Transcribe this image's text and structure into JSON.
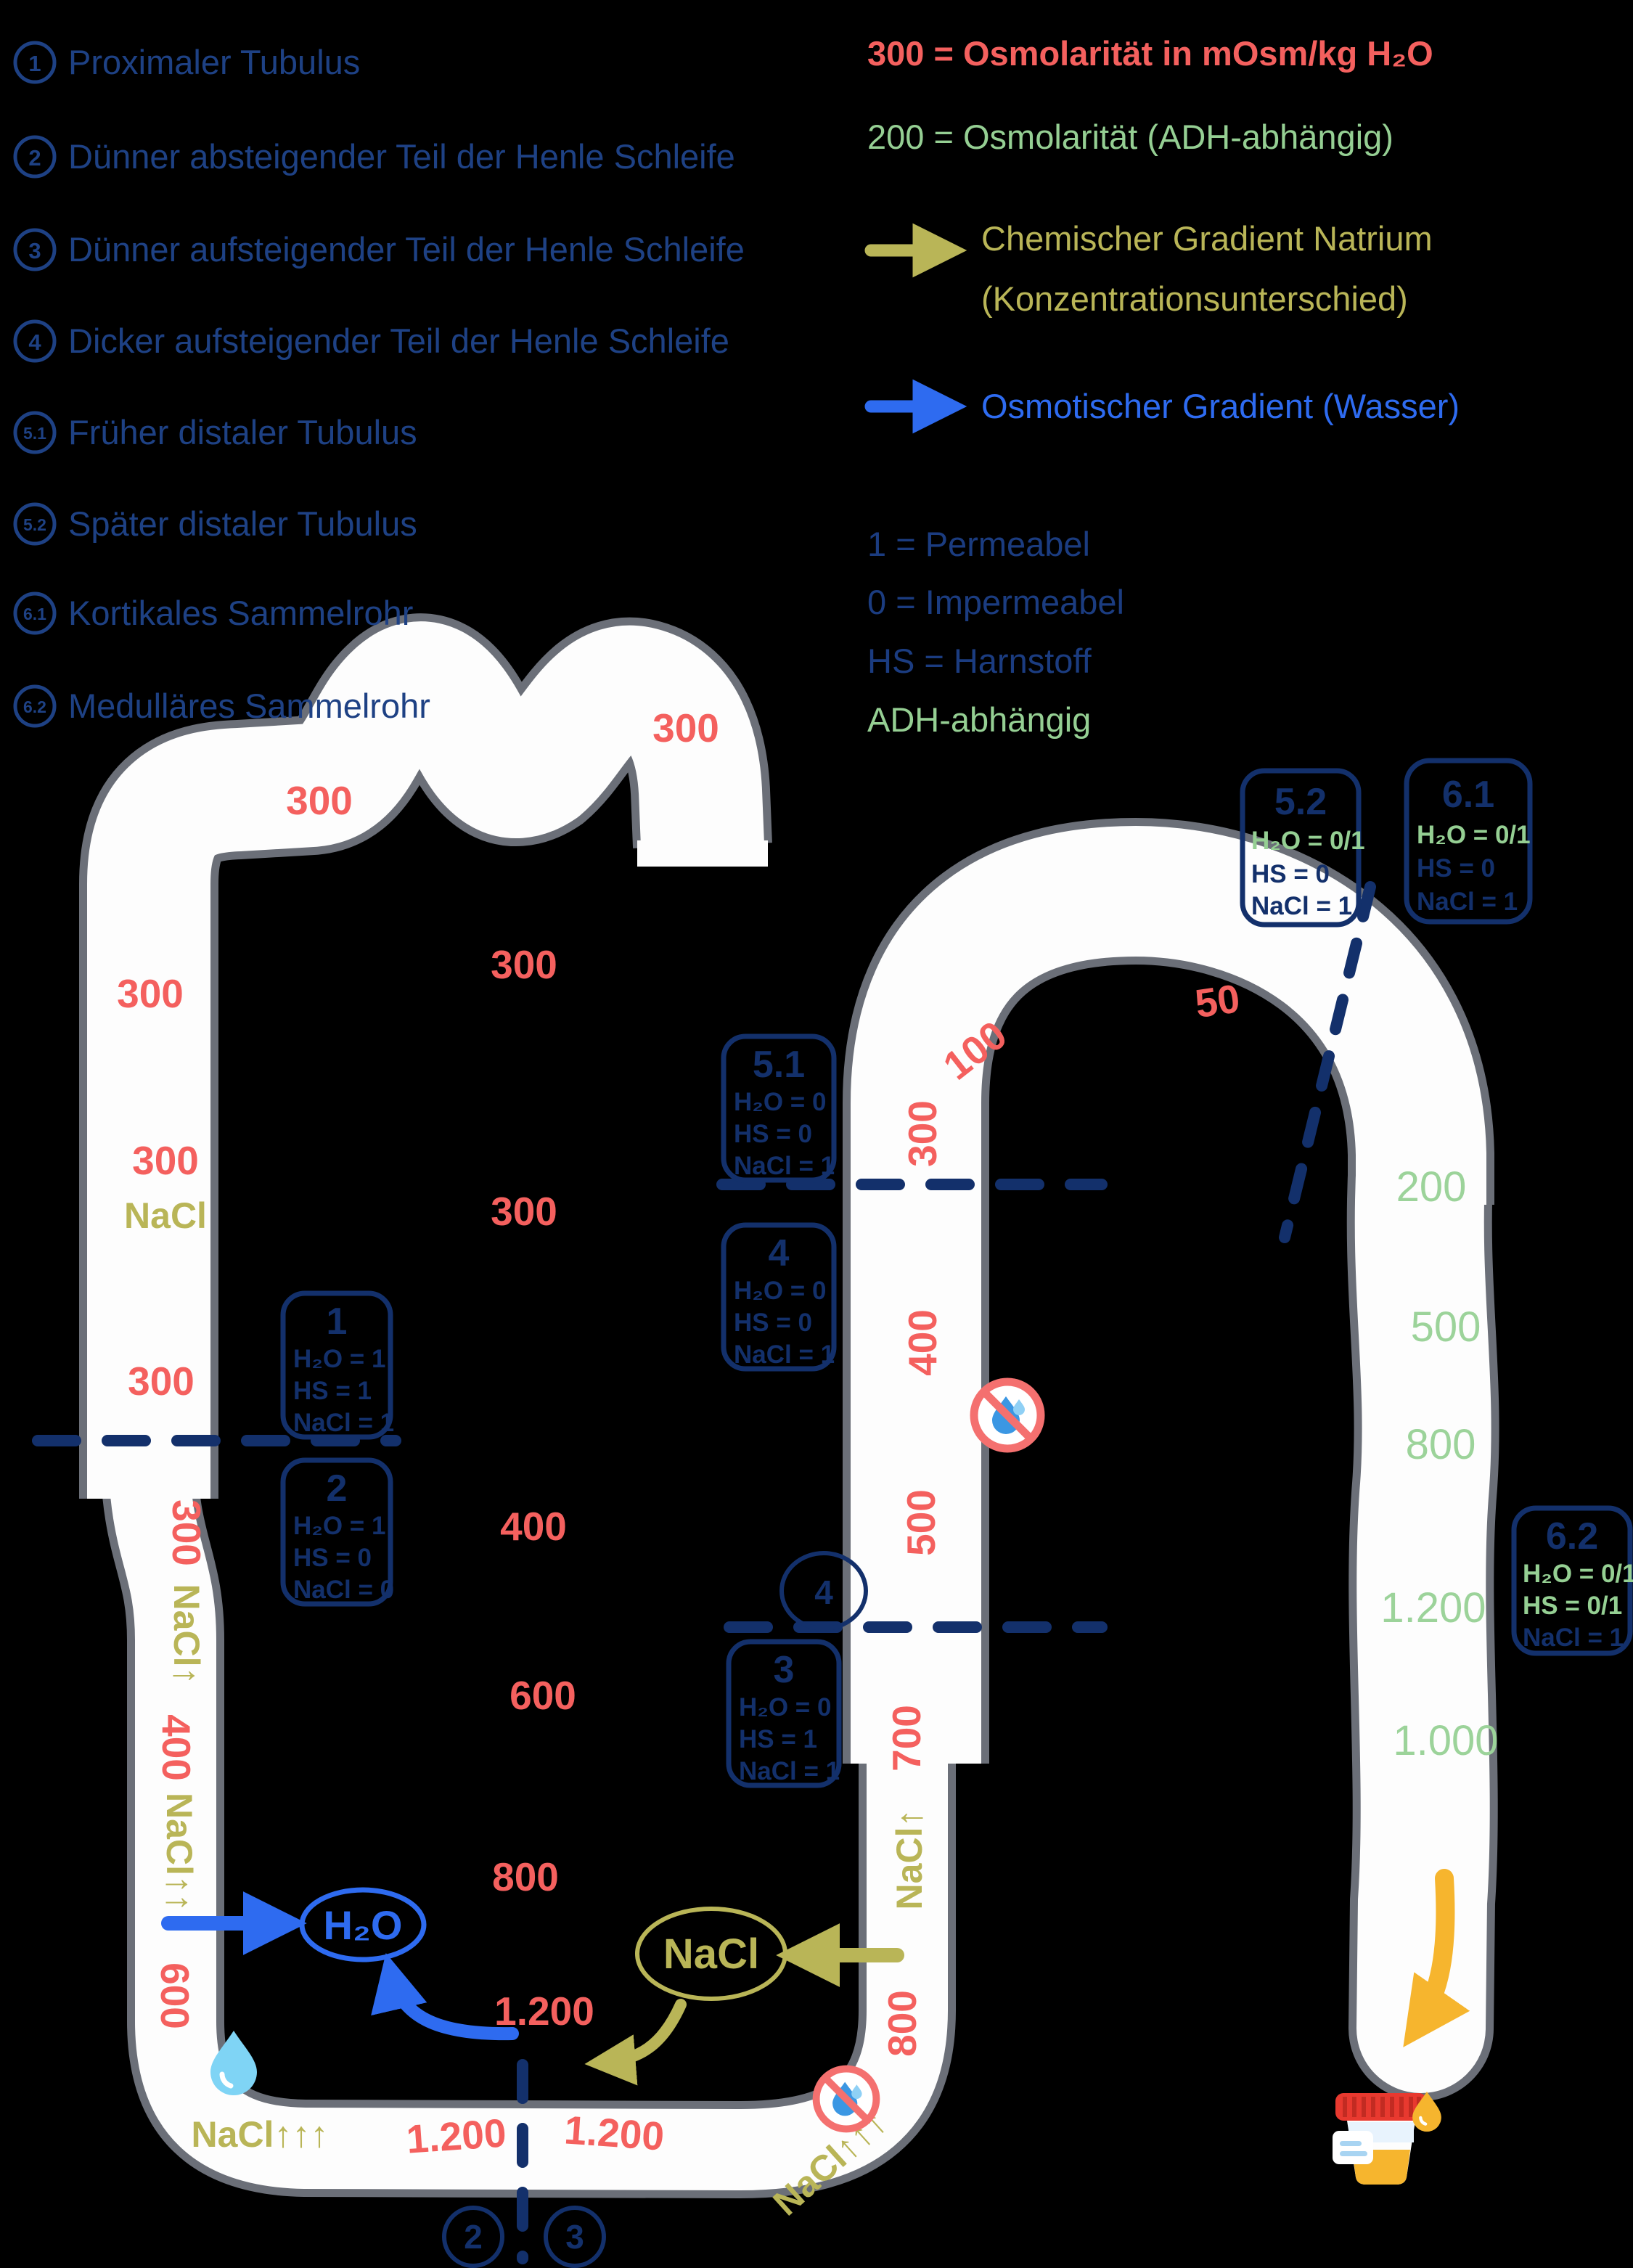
{
  "colors": {
    "background": "#000000",
    "tube_fill": "#fdfdfd",
    "tube_outline": "#6b6f78",
    "osmolarity_red": "#f4605e",
    "osmolarity_green": "#95cf93",
    "sodium_olive": "#b9b557",
    "water_blue": "#2e6bf0",
    "navy": "#13306b",
    "legend_navy": "#1e4184",
    "urine_orange": "#f6b52e",
    "drop_lightblue": "#7fd4f5",
    "no_icon_red": "#f4706f"
  },
  "legend_left": {
    "items": [
      {
        "num": "1",
        "label": "Proximaler Tubulus"
      },
      {
        "num": "2",
        "label": "Dünner absteigender Teil der Henle Schleife"
      },
      {
        "num": "3",
        "label": "Dünner aufsteigender Teil der Henle Schleife"
      },
      {
        "num": "4",
        "label": "Dicker aufsteigender Teil der Henle Schleife"
      },
      {
        "num": "5.1",
        "label": "Früher distaler Tubulus"
      },
      {
        "num": "5.2",
        "label": "Später distaler Tubulus"
      },
      {
        "num": "6.1",
        "label": "Kortikales Sammelrohr"
      },
      {
        "num": "6.2",
        "label": "Medulläres Sammelrohr"
      }
    ]
  },
  "legend_right": {
    "red_def": "300 = Osmolarität in mOsm/kg H₂O",
    "green_def": "200 = Osmolarität (ADH-abhängig)",
    "chem1": "Chemischer Gradient Natrium",
    "chem2": "(Konzentrationsunterschied)",
    "osmotic": "Osmotischer Gradient (Wasser)",
    "permeabel": "1 = Permeabel",
    "impermeabel": "0 = Impermeabel",
    "harnstoff": "HS = Harnstoff",
    "adh": "ADH-abhängig"
  },
  "boxes": {
    "b1": {
      "title": "1",
      "h2o": "H₂O = 1",
      "hs": "HS = 1",
      "nacl": "NaCl = 1"
    },
    "b2": {
      "title": "2",
      "h2o": "H₂O = 1",
      "hs": "HS = 0",
      "nacl": "NaCl = 0"
    },
    "b3": {
      "title": "3",
      "h2o": "H₂O = 0",
      "hs": "HS = 1",
      "nacl": "NaCl = 1"
    },
    "b4": {
      "title": "4",
      "h2o": "H₂O = 0",
      "hs": "HS = 0",
      "nacl": "NaCl = 1"
    },
    "b51": {
      "title": "5.1",
      "h2o": "H₂O = 0",
      "hs": "HS = 0",
      "nacl": "NaCl = 1"
    },
    "b52": {
      "title": "5.2",
      "h2o": "H₂O = 0/1",
      "hs": "HS = 0",
      "nacl": "NaCl = 1"
    },
    "b61": {
      "title": "6.1",
      "h2o": "H₂O = 0/1",
      "hs": "HS = 0",
      "nacl": "NaCl = 1"
    },
    "b62": {
      "title": "6.2",
      "h2o": "H₂O = 0/1",
      "hs": "HS = 0/1",
      "nacl": "NaCl = 1"
    }
  },
  "tubule": {
    "proximal": {
      "osm1": "300",
      "osm2": "300",
      "osm3": "300",
      "osm4": "300",
      "osm5": "300",
      "nacl": "NaCl"
    },
    "descending": {
      "osm_thin": "300",
      "nacl1": "NaCl↑",
      "osm2": "400",
      "nacl2": "NaCl↑↑",
      "osm3": "600",
      "nacl3": "NaCl↑↑↑",
      "osm_bottom": "1.200"
    },
    "ascending": {
      "osm_bottom": "1.200",
      "nacl3": "NaCl↑↑↑",
      "osm1": "800",
      "nacl1": "NaCl↑",
      "osm2": "700",
      "osm3": "500",
      "osm4": "400",
      "osm5": "300",
      "osm6": "100",
      "osm7": "50"
    },
    "collecting": {
      "osm1": "200",
      "osm2": "500",
      "osm3": "800",
      "osm4": "1.200",
      "osm5": "1.000"
    },
    "interstitium": {
      "osm1": "300",
      "osm2": "300",
      "osm3": "400",
      "osm4": "600",
      "osm5": "800",
      "osm6": "1.200"
    },
    "h2o_label": "H₂O",
    "nacl_label": "NaCl",
    "markers": {
      "m2": "2",
      "m3": "3",
      "m4": "4"
    }
  }
}
